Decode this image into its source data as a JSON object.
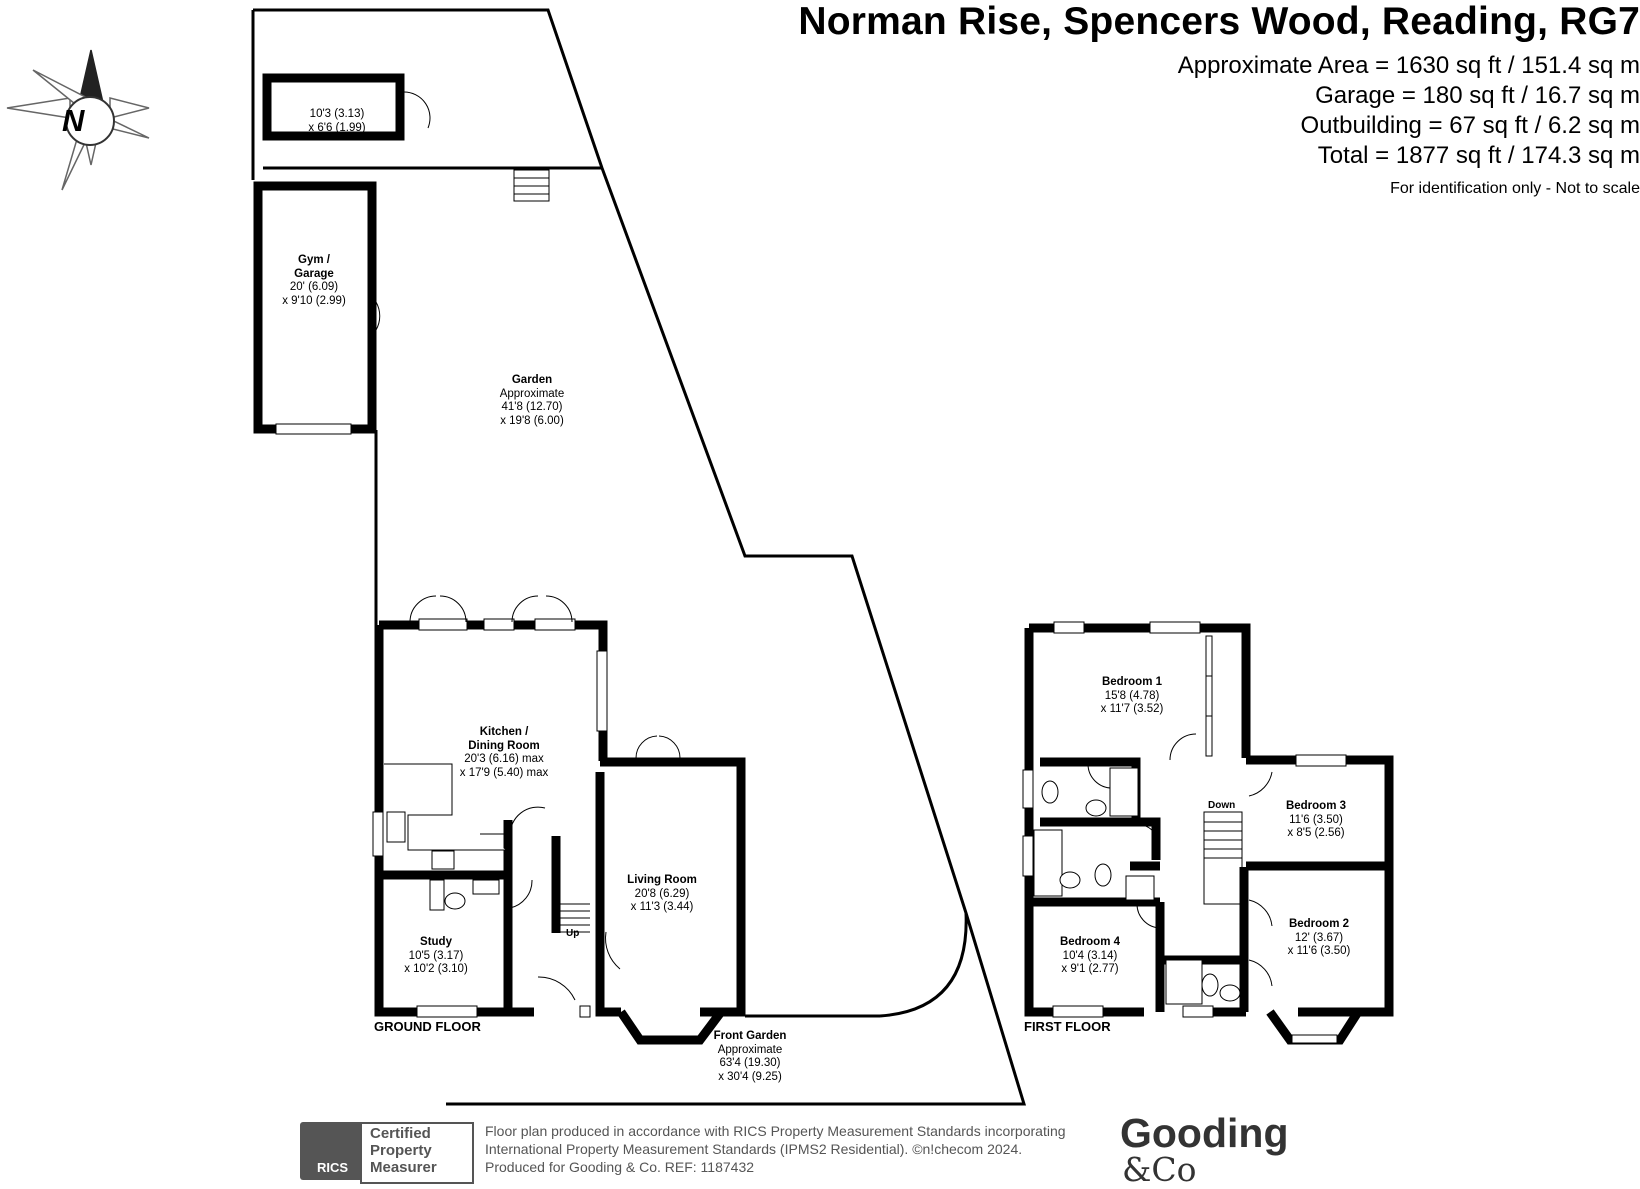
{
  "header": {
    "title": "Norman Rise, Spencers Wood, Reading, RG7",
    "areas": [
      "Approximate Area = 1630 sq ft / 151.4 sq m",
      "Garage = 180 sq ft / 16.7 sq m",
      "Outbuilding = 67 sq ft / 6.2 sq m",
      "Total = 1877 sq ft / 174.3 sq m"
    ],
    "note": "For identification only - Not to scale"
  },
  "compass": {
    "label": "N"
  },
  "rooms": {
    "outbuilding": {
      "name": "",
      "dim1": "10'3 (3.13)",
      "dim2": "x 6'6 (1.99)"
    },
    "gym": {
      "name1": "Gym /",
      "name2": "Garage",
      "dim1": "20' (6.09)",
      "dim2": "x 9'10 (2.99)"
    },
    "garden": {
      "name": "Garden",
      "sub": "Approximate",
      "dim1": "41'8 (12.70)",
      "dim2": "x 19'8 (6.00)"
    },
    "kitchen": {
      "name1": "Kitchen /",
      "name2": "Dining Room",
      "dim1": "20'3 (6.16) max",
      "dim2": "x 17'9 (5.40) max"
    },
    "living": {
      "name": "Living Room",
      "dim1": "20'8 (6.29)",
      "dim2": "x 11'3 (3.44)"
    },
    "study": {
      "name": "Study",
      "dim1": "10'5 (3.17)",
      "dim2": "x 10'2 (3.10)"
    },
    "front_garden": {
      "name": "Front Garden",
      "sub": "Approximate",
      "dim1": "63'4 (19.30)",
      "dim2": "x 30'4 (9.25)"
    },
    "bedroom1": {
      "name": "Bedroom 1",
      "dim1": "15'8 (4.78)",
      "dim2": "x 11'7 (3.52)"
    },
    "bedroom2": {
      "name": "Bedroom 2",
      "dim1": "12' (3.67)",
      "dim2": "x 11'6 (3.50)"
    },
    "bedroom3": {
      "name": "Bedroom 3",
      "dim1": "11'6 (3.50)",
      "dim2": "x 8'5 (2.56)"
    },
    "bedroom4": {
      "name": "Bedroom 4",
      "dim1": "10'4 (3.14)",
      "dim2": "x 9'1 (2.77)"
    }
  },
  "stairs": {
    "up": "Up",
    "down": "Down"
  },
  "floors": {
    "ground": "GROUND FLOOR",
    "first": "FIRST FLOOR"
  },
  "footer": {
    "rics": "RICS",
    "cert1": "Certified",
    "cert2": "Property",
    "cert3": "Measurer",
    "line1": "Floor plan produced in accordance with RICS Property Measurement Standards incorporating",
    "line2": "International Property Measurement Standards (IPMS2 Residential).  ©n!checom 2024.",
    "line3": "Produced for Gooding & Co.   REF:  1187432",
    "brand1": "Gooding",
    "brand2": "&Co"
  }
}
